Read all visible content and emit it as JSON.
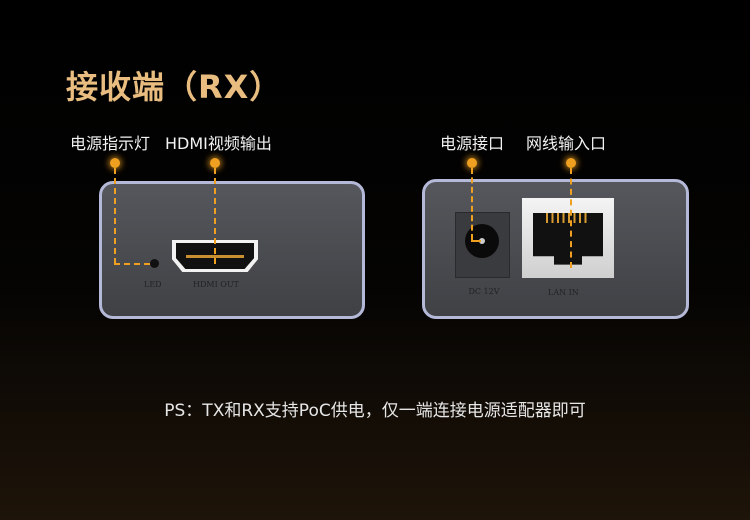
{
  "title": "接收端（RX）",
  "callouts": {
    "led": "电源指示灯",
    "hdmi": "HDMI视频输出",
    "power": "电源接口",
    "lan": "网线输入口"
  },
  "ports": {
    "led": "LED",
    "hdmi": "HDMI OUT",
    "dc": "DC 12V",
    "lan": "LAN IN"
  },
  "note": "PS：TX和RX支持PoC供电，仅一端连接电源适配器即可",
  "colors": {
    "accent": "#f0a020",
    "title": "#e9bd80"
  }
}
